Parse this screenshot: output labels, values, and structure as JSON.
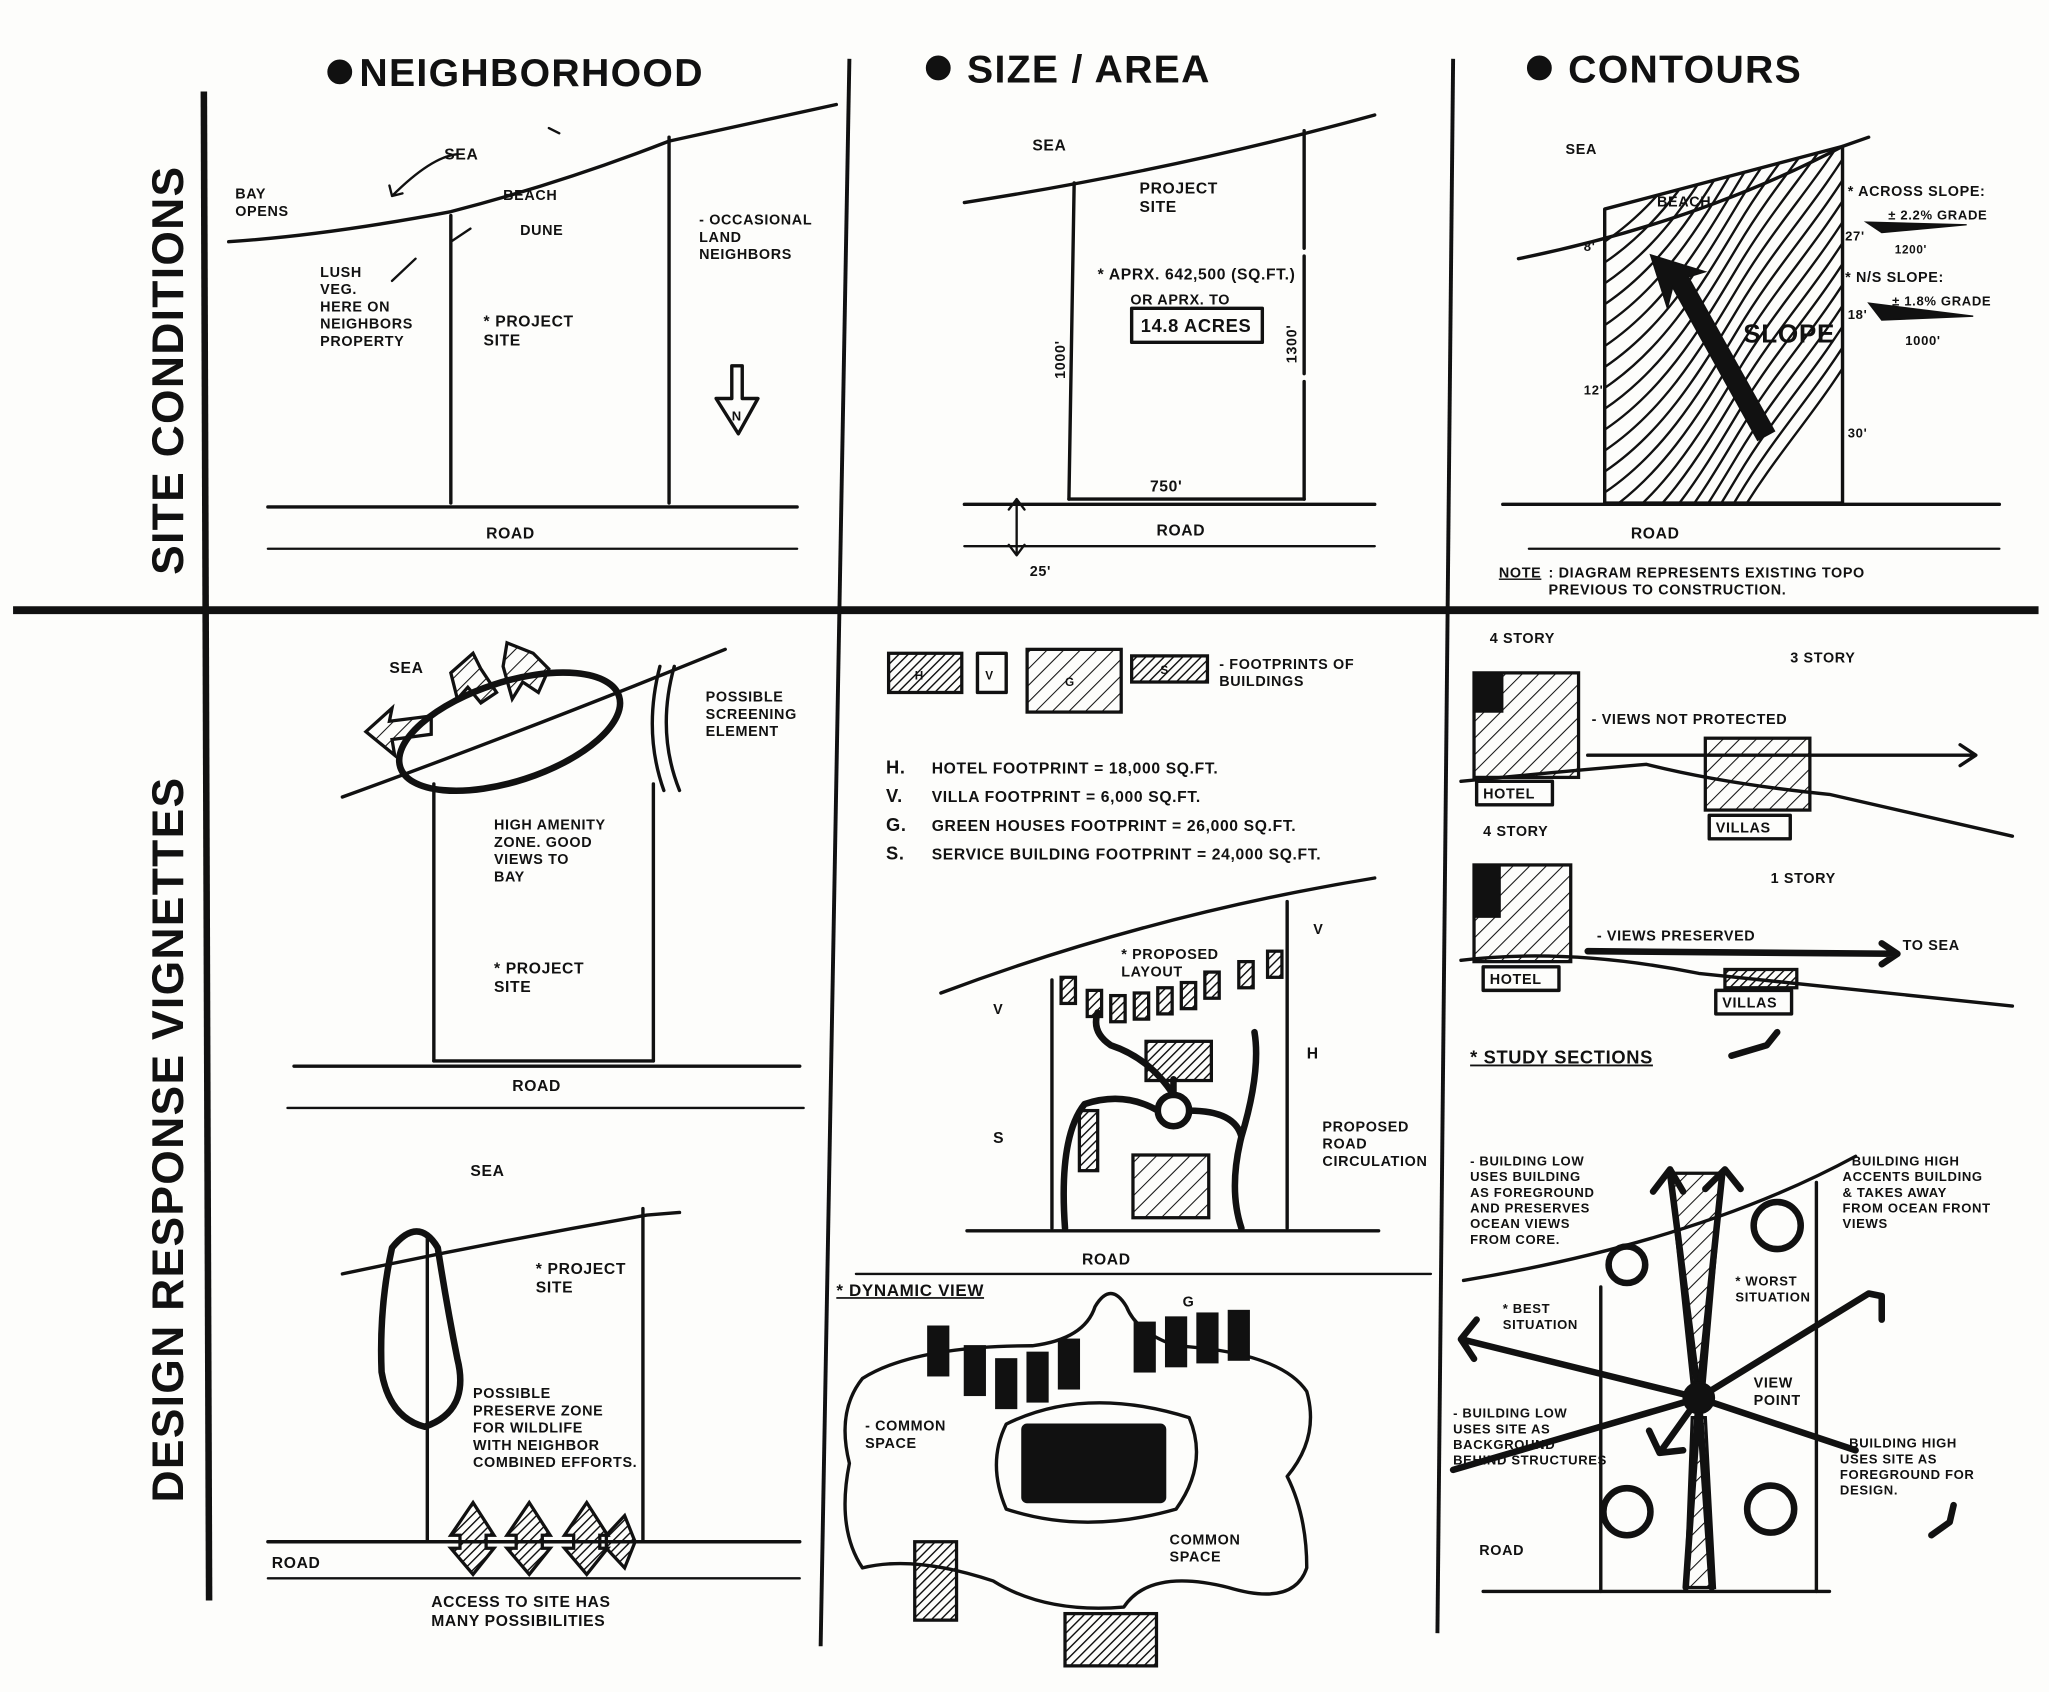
{
  "headers": {
    "neighborhood": "NEIGHBORHOOD",
    "size_area": "SIZE / AREA",
    "contours": "CONTOURS"
  },
  "rows": {
    "site_conditions": "SITE CONDITIONS",
    "design_response": "DESIGN RESPONSE VIGNETTES"
  },
  "site_neighborhood": {
    "sea": "SEA",
    "bay_opens": [
      "BAY",
      "OPENS"
    ],
    "beach": "BEACH",
    "dune": "DUNE",
    "lush_veg": [
      "LUSH",
      "VEG.",
      "HERE ON",
      "NEIGHBORS",
      "PROPERTY"
    ],
    "project_site": [
      "* PROJECT",
      "SITE"
    ],
    "occasional": [
      "- OCCASIONAL",
      "LAND",
      "NEIGHBORS"
    ],
    "north": "N",
    "road": "ROAD"
  },
  "site_size": {
    "sea": "SEA",
    "project_site": [
      "PROJECT",
      "SITE"
    ],
    "area_sqft": "* APRX. 642,500 (SQ.FT.)",
    "or_aprx": "OR APRX. TO",
    "acres": "14.8 ACRES",
    "dim_left": "1000'",
    "dim_right": "1300'",
    "dim_bottom": "750'",
    "dim_road": "25'",
    "road": "ROAD"
  },
  "site_contours": {
    "sea": "SEA",
    "beach": "BEACH",
    "across_slope": "* ACROSS SLOPE:",
    "across_grade": "± 2.2% GRADE",
    "across_elev": "27'",
    "across_len": "1200'",
    "ns_slope": "* N/S SLOPE:",
    "ns_grade": "± 1.8% GRADE",
    "ns_elev": "18'",
    "ns_len": "1000'",
    "elev_8": "8'",
    "elev_12": "12'",
    "elev_30": "30'",
    "slope": "SLOPE",
    "road": "ROAD",
    "note_label": "NOTE",
    "note_text": [
      ": DIAGRAM REPRESENTS EXISTING TOPO",
      "PREVIOUS TO CONSTRUCTION."
    ]
  },
  "resp_neighborhood_a": {
    "sea": "SEA",
    "screening": [
      "POSSIBLE",
      "SCREENING",
      "ELEMENT"
    ],
    "amenity": [
      "HIGH AMENITY",
      "ZONE. GOOD",
      "VIEWS TO",
      "BAY"
    ],
    "project_site": [
      "* PROJECT",
      "SITE"
    ],
    "road": "ROAD"
  },
  "resp_neighborhood_b": {
    "sea": "SEA",
    "project_site": [
      "* PROJECT",
      "SITE"
    ],
    "preserve": [
      "POSSIBLE",
      "PRESERVE ZONE",
      "FOR WILDLIFE",
      "WITH NEIGHBOR",
      "COMBINED EFFORTS."
    ],
    "road": "ROAD",
    "access": [
      "ACCESS TO SITE HAS",
      "MANY POSSIBILITIES"
    ]
  },
  "resp_size": {
    "fp_h": "H",
    "fp_v": "V",
    "fp_g": "G",
    "fp_s": "S",
    "footprints": [
      "- FOOTPRINTS OF",
      "BUILDINGS"
    ],
    "legend": [
      {
        "key": "H.",
        "text": "HOTEL FOOTPRINT = 18,000 SQ.FT."
      },
      {
        "key": "V.",
        "text": "VILLA FOOTPRINT = 6,000 SQ.FT."
      },
      {
        "key": "G.",
        "text": "GREEN HOUSES FOOTPRINT = 26,000 SQ.FT."
      },
      {
        "key": "S.",
        "text": "SERVICE BUILDING FOOTPRINT = 24,000 SQ.FT."
      }
    ],
    "proposed_layout": [
      "* PROPOSED",
      "LAYOUT"
    ],
    "v_left": "V",
    "v_right": "V",
    "h": "H",
    "s": "S",
    "g": "G",
    "road_circ": [
      "PROPOSED",
      "ROAD",
      "CIRCULATION"
    ],
    "road": "ROAD",
    "dynamic_view": "* DYNAMIC VIEW",
    "common_space_1": [
      "- COMMON",
      "SPACE"
    ],
    "common_space_2": [
      "COMMON",
      "SPACE"
    ]
  },
  "resp_contours": {
    "story4_a": "4 STORY",
    "story3": "3 STORY",
    "not_protected": "- VIEWS NOT PROTECTED",
    "hotel_a": "HOTEL",
    "villas_a": "VILLAS",
    "story4_b": "4 STORY",
    "story1": "1 STORY",
    "preserved": "- VIEWS PRESERVED",
    "to_sea": "TO SEA",
    "hotel_b": "HOTEL",
    "villas_b": "VILLAS",
    "study_sections": "* STUDY SECTIONS",
    "low_fore": [
      "- BUILDING LOW",
      "USES BUILDING",
      "AS FOREGROUND",
      "AND PRESERVES",
      "OCEAN VIEWS",
      "FROM CORE."
    ],
    "high_accents": [
      "- BUILDING HIGH",
      "ACCENTS BUILDING",
      "& TAKES AWAY",
      "FROM OCEAN FRONT",
      "VIEWS"
    ],
    "worst": [
      "* WORST",
      "SITUATION"
    ],
    "best": [
      "* BEST",
      "SITUATION"
    ],
    "view_point": [
      "VIEW",
      "POINT"
    ],
    "low_back": [
      "- BUILDING LOW",
      "USES SITE AS",
      "BACKGROUND",
      "BEHIND STRUCTURES"
    ],
    "high_fore": [
      "- BUILDING HIGH",
      "USES SITE AS",
      "FOREGROUND FOR",
      "DESIGN."
    ],
    "road": "ROAD"
  }
}
